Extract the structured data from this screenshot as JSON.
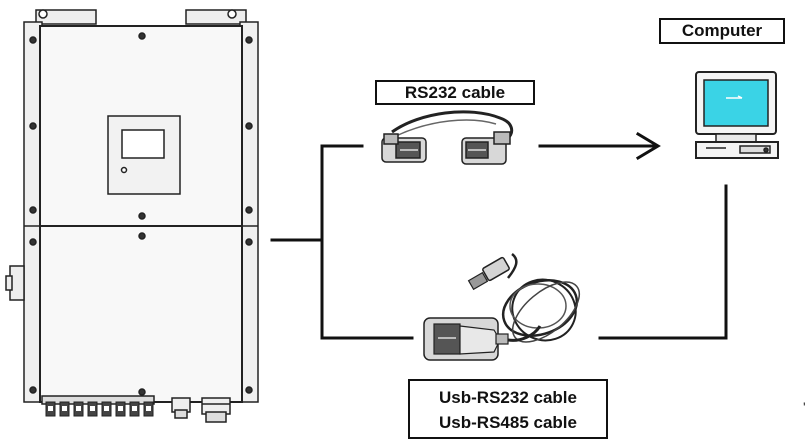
{
  "labels": {
    "computer": "Computer",
    "rs232_cable": "RS232 cable",
    "usb_rs232_cable": "Usb-RS232 cable",
    "usb_rs485_cable": "Usb-RS485 cable"
  },
  "icons": {
    "inverter": "inverter-icon",
    "computer": "computer-icon",
    "rs232_cable": "rs232-cable-icon",
    "usb_cable": "usb-cable-icon"
  },
  "colors": {
    "line": "#111111",
    "screen": "#3ad3e6",
    "device_stroke": "#222222",
    "device_fill": "#f4f4f4"
  }
}
